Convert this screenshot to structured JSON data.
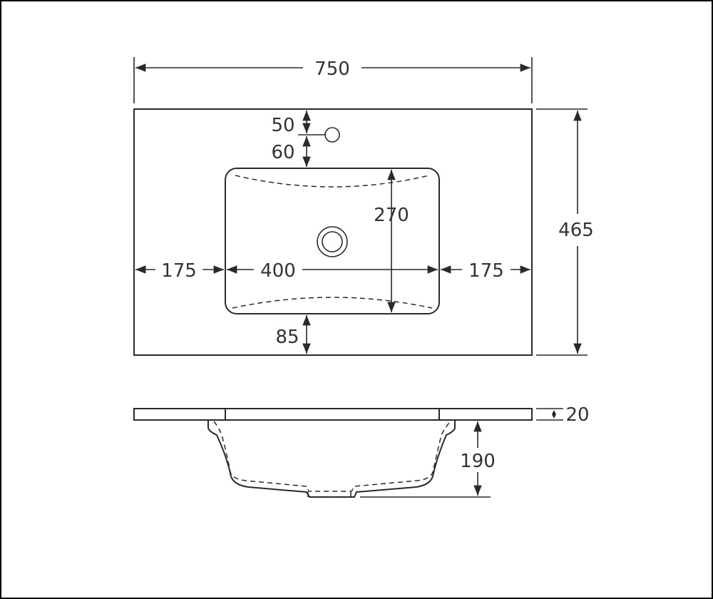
{
  "dimensions": {
    "overall_width": "750",
    "overall_depth": "465",
    "tap_hole_from_back": "50",
    "tap_hole_to_bowl": "60",
    "bowl_depth_plan": "270",
    "left_margin": "175",
    "bowl_width": "400",
    "right_margin": "175",
    "front_margin": "85",
    "slab_thickness": "20",
    "bowl_height": "190"
  },
  "colors": {
    "line": "#2a2a2a",
    "text": "#333333",
    "border": "#000000"
  }
}
